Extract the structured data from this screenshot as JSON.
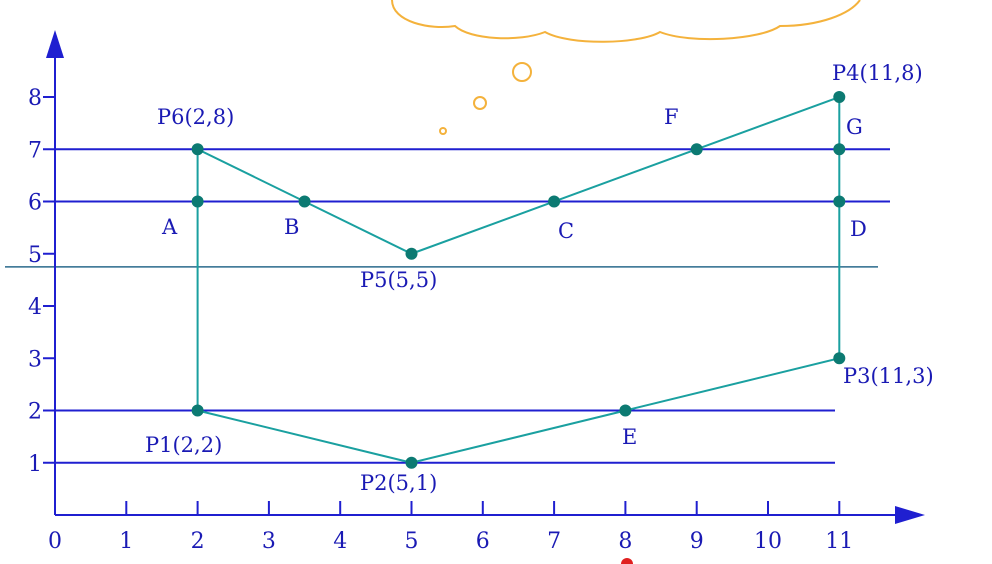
{
  "x_ticks": [
    "0",
    "1",
    "2",
    "3",
    "4",
    "5",
    "6",
    "7",
    "8",
    "9",
    "10",
    "11"
  ],
  "y_ticks": [
    "1",
    "2",
    "3",
    "4",
    "5",
    "6",
    "7",
    "8"
  ],
  "polygon": {
    "vertices": [
      {
        "id": "P1",
        "x": 2,
        "y": 2,
        "label": "P1(2,2)"
      },
      {
        "id": "P2",
        "x": 5,
        "y": 1,
        "label": "P2(5,1)"
      },
      {
        "id": "P3",
        "x": 11,
        "y": 3,
        "label": "P3(11,3)"
      },
      {
        "id": "P4",
        "x": 11,
        "y": 8,
        "label": "P4(11,8)"
      },
      {
        "id": "P5",
        "x": 5,
        "y": 5,
        "label": "P5(5,5)"
      },
      {
        "id": "P6",
        "x": 2,
        "y": 7,
        "label": "P6(2,8)"
      }
    ]
  },
  "scan_lines": [
    1,
    2,
    6,
    7
  ],
  "thin_scan_line": 4.75,
  "intersections": [
    {
      "id": "A",
      "x": 2,
      "y": 6,
      "label": "A"
    },
    {
      "id": "B",
      "x": 3.5,
      "y": 6,
      "label": "B"
    },
    {
      "id": "C",
      "x": 7,
      "y": 6,
      "label": "C"
    },
    {
      "id": "D",
      "x": 11,
      "y": 6,
      "label": "D"
    },
    {
      "id": "E",
      "x": 8,
      "y": 2,
      "label": "E"
    },
    {
      "id": "F",
      "x": 9,
      "y": 7,
      "label": "F"
    },
    {
      "id": "G",
      "x": 11,
      "y": 7,
      "label": "G"
    }
  ],
  "colors": {
    "axis": "#1f1fd0",
    "polygon": "#1aa0a0",
    "vertex": "#0c7a72",
    "label": "#1a1ab4",
    "cloud_border": "#f4b23c"
  }
}
